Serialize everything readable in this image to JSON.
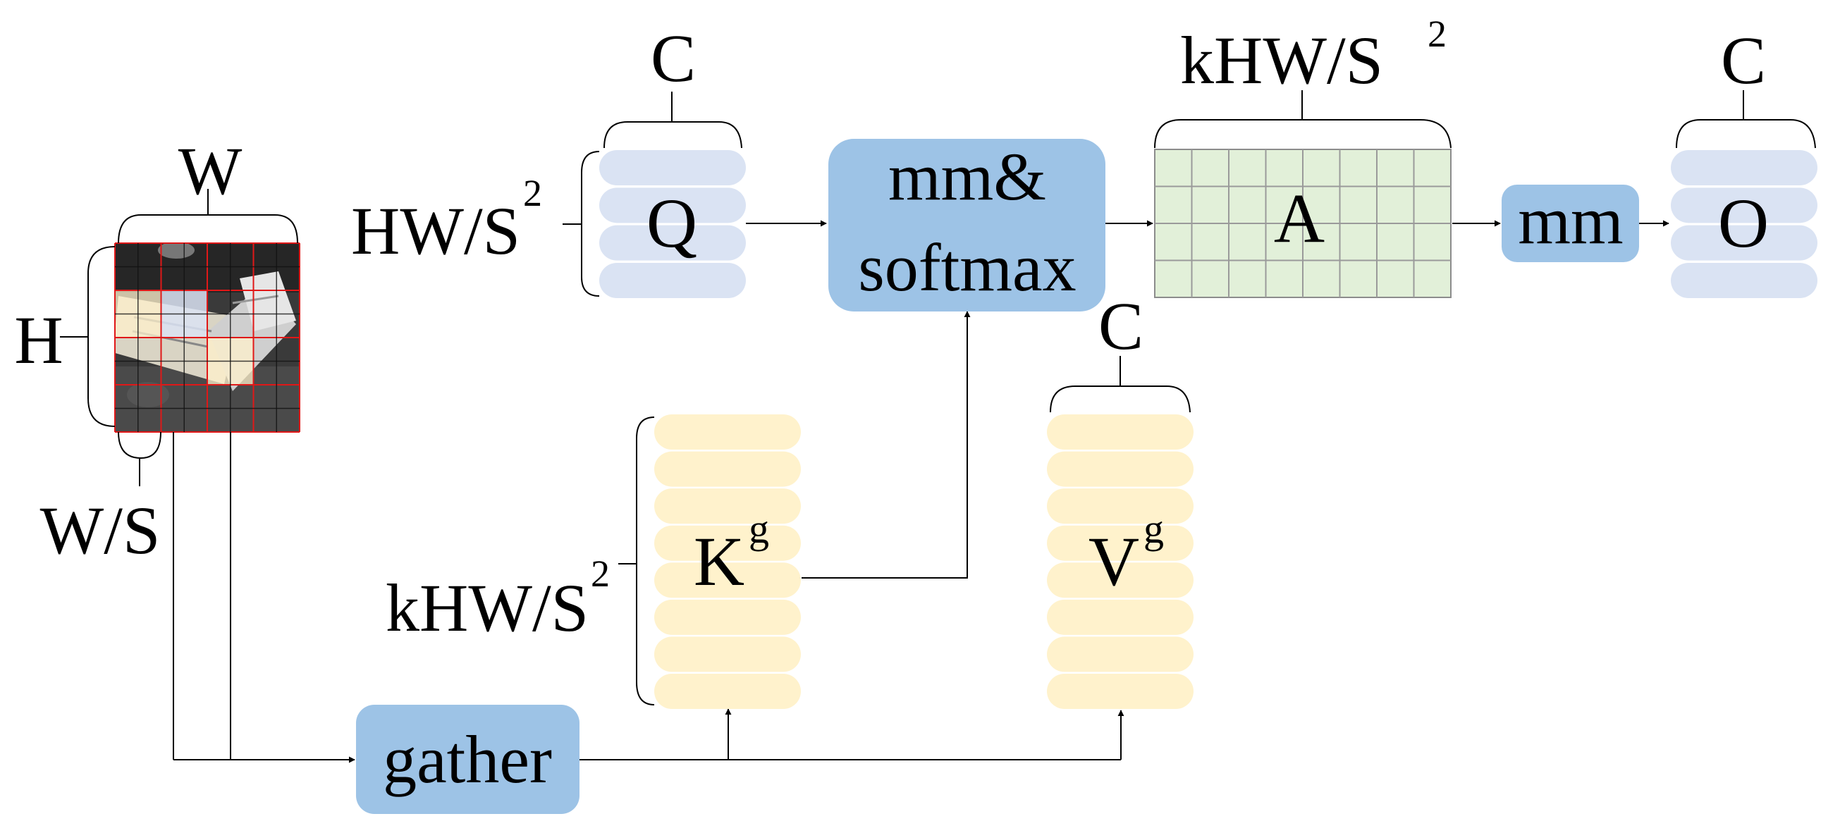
{
  "labels": {
    "image_width": "W",
    "image_height": "H",
    "region_width": "W/S",
    "q_rows": "HW/S",
    "q_rows_exp": "2",
    "q_cols": "C",
    "k_rows": "kHW/S",
    "k_rows_exp": "2",
    "a_cols": "kHW/S",
    "a_cols_exp": "2",
    "v_cols": "C",
    "o_cols": "C"
  },
  "blocks": {
    "q": "Q",
    "a": "A",
    "o": "O",
    "k": "K",
    "k_sup": "g",
    "v": "V",
    "v_sup": "g"
  },
  "ops": {
    "mm_softmax_line1": "mm&",
    "mm_softmax_line2": "softmax",
    "mm": "mm",
    "gather": "gather"
  },
  "colors": {
    "op_box": "#9dc3e6",
    "query_token": "#dae3f3",
    "key_value_token": "#fff2cc",
    "attention_map": "#e2f0d9",
    "image_grid": "#e01818"
  }
}
